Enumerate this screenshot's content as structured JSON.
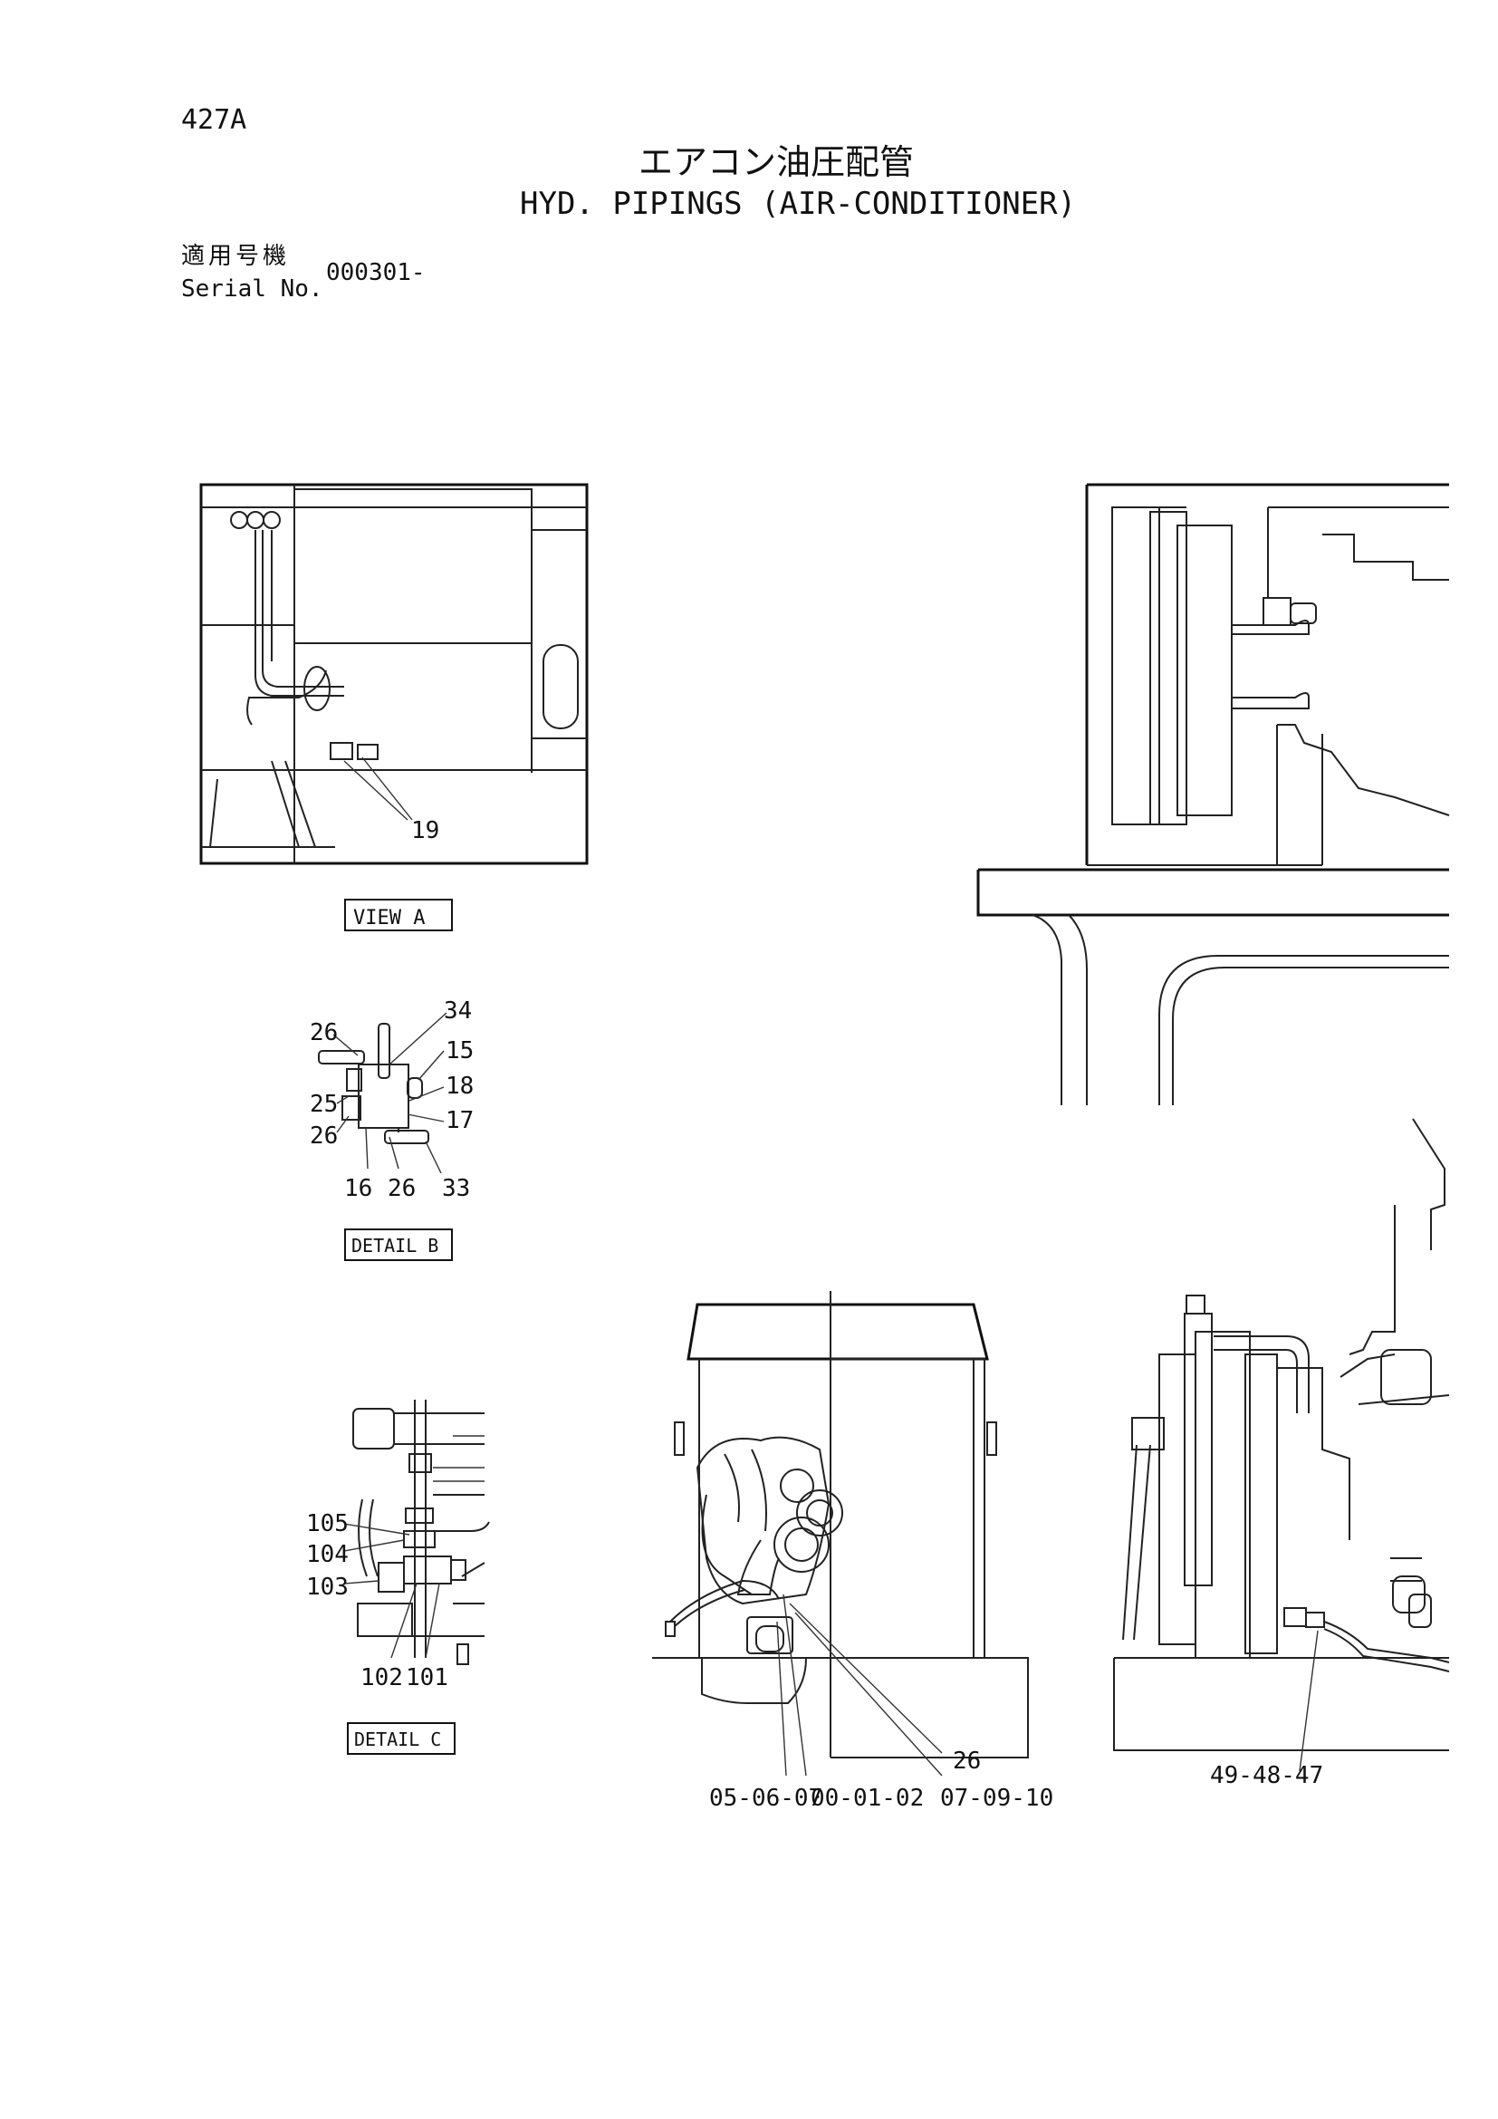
{
  "header": {
    "page_number": "427A",
    "title_jp": "エアコン油圧配管",
    "title_en": "HYD. PIPINGS (AIR-CONDITIONER)"
  },
  "serial": {
    "label_jp": "適用号機",
    "label_en": "Serial No.",
    "value": "000301-"
  },
  "view_a": {
    "caption": "VIEW A",
    "callouts": [
      "19"
    ]
  },
  "detail_b": {
    "caption": "DETAIL B",
    "callouts": [
      "26",
      "34",
      "15",
      "18",
      "25",
      "17",
      "26",
      "16",
      "26",
      "33"
    ]
  },
  "detail_c": {
    "caption": "DETAIL C",
    "callouts": [
      "105",
      "104",
      "103",
      "102",
      "101"
    ]
  },
  "main_view": {
    "callouts": [
      "26",
      "05-06-07",
      "00-01-02",
      "07-09-10",
      "49-48-47"
    ]
  }
}
